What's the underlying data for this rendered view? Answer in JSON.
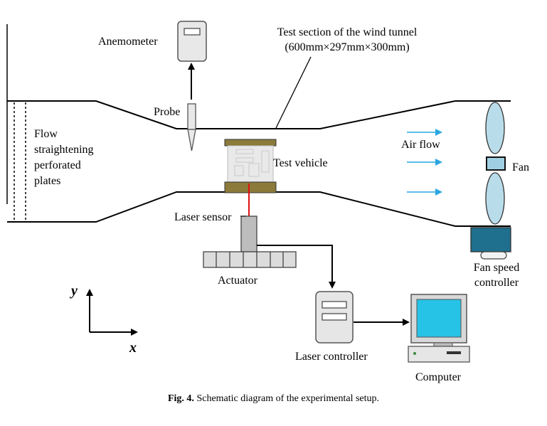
{
  "labels": {
    "anemometer": "Anemometer",
    "test_section_line1": "Test section of the wind tunnel",
    "test_section_line2": "(600mm×297mm×300mm)",
    "probe": "Probe",
    "flow_line1": "Flow",
    "flow_line2": "straightening",
    "flow_line3": "perforated",
    "flow_line4": "plates",
    "test_vehicle": "Test vehicle",
    "air_flow": "Air flow",
    "fan": "Fan",
    "laser_sensor": "Laser sensor",
    "actuator": "Actuator",
    "fan_speed_line1": "Fan speed",
    "fan_speed_line2": "controller",
    "laser_controller": "Laser controller",
    "computer": "Computer",
    "axis_y": "y",
    "axis_x": "x"
  },
  "caption": {
    "label": "Fig. 4.",
    "text": "Schematic diagram of the experimental setup."
  },
  "colors": {
    "arrow_blue": "#2aa6e0",
    "fan_blade": "#b9dcea",
    "fan_hub": "#9fd0e2",
    "controller_teal": "#1f6f8e",
    "laser_red": "#e01010",
    "plate_olive": "#8b7a3a",
    "device_gray": "#e8e8e8",
    "screen_cyan": "#27c3e6"
  },
  "icons": [
    "anemometer-icon",
    "probe-icon",
    "test-vehicle-icon",
    "fan-icon",
    "fan-speed-controller-icon",
    "actuator-icon",
    "laser-controller-icon",
    "computer-icon"
  ]
}
